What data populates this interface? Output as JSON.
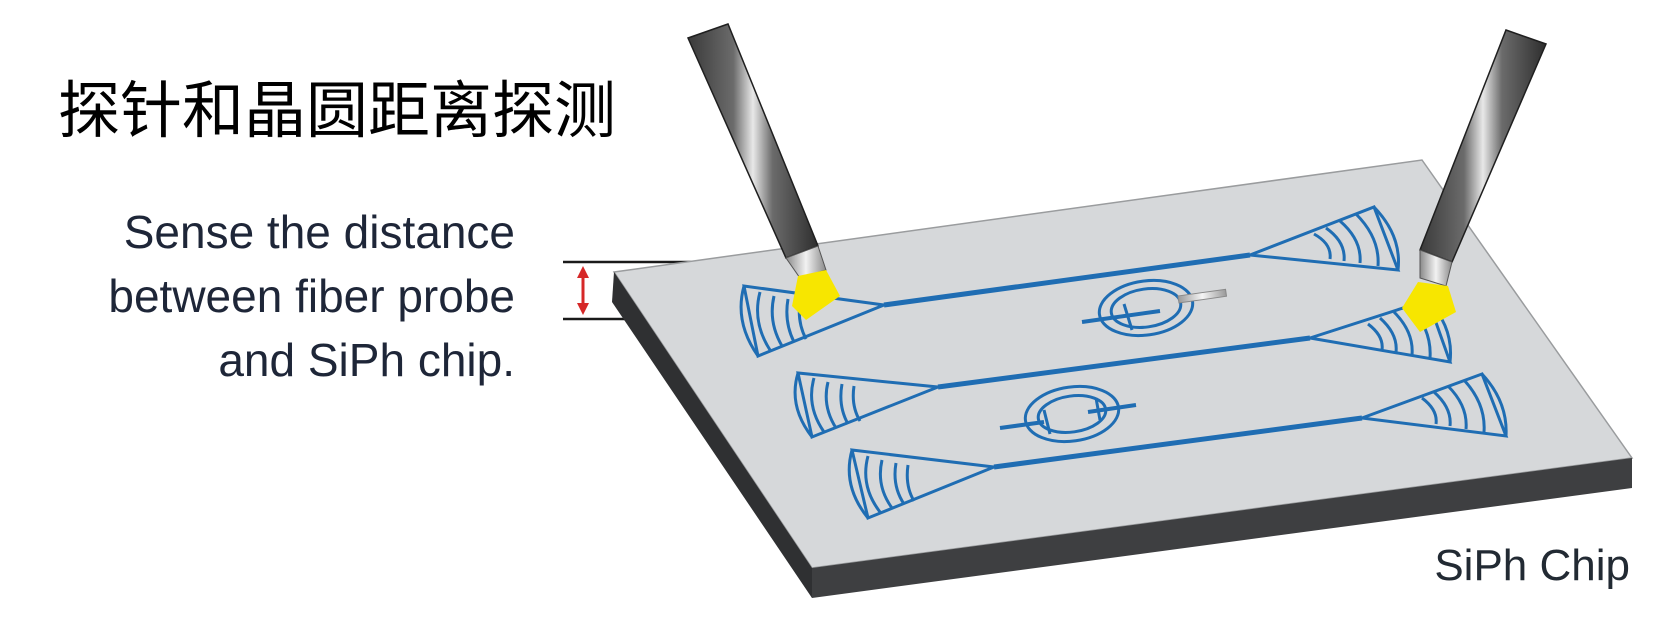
{
  "title": "探针和晶圆距离探测",
  "description": {
    "line1": "Sense the distance",
    "line2": "between fiber probe",
    "line3": "and SiPh chip."
  },
  "chip_label": "SiPh Chip",
  "colors": {
    "chip_top": "#d6d8da",
    "chip_side": "#38393b",
    "waveguide": "#1f6db3",
    "probe_tip": "#f7e600",
    "distance_arrow": "#d62828"
  }
}
